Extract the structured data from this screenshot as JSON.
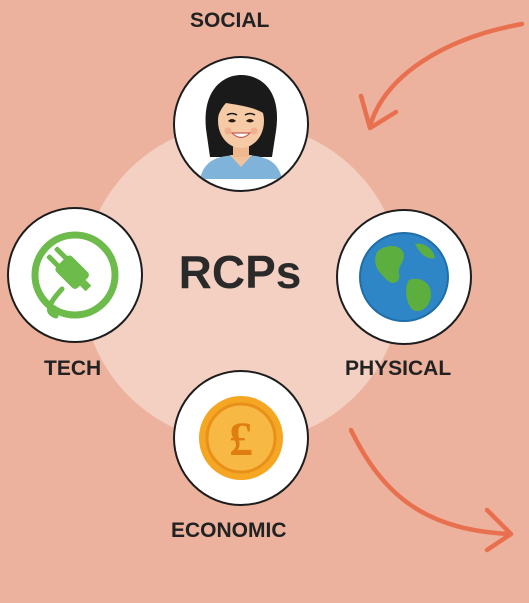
{
  "diagram": {
    "center_label": "RCPs",
    "nodes": {
      "social": {
        "label": "SOCIAL",
        "icon": "woman-avatar-icon"
      },
      "tech": {
        "label": "TECH",
        "icon": "power-plug-icon"
      },
      "physical": {
        "label": "PHYSICAL",
        "icon": "earth-globe-icon"
      },
      "economic": {
        "label": "ECONOMIC",
        "icon": "pound-coin-icon"
      }
    }
  },
  "colors": {
    "background": "#ecb29e",
    "center_disc": "#f4d0c3",
    "arrow": "#e8704f",
    "plug_green": "#6dbb4a",
    "coin_gold": "#f5a623"
  }
}
